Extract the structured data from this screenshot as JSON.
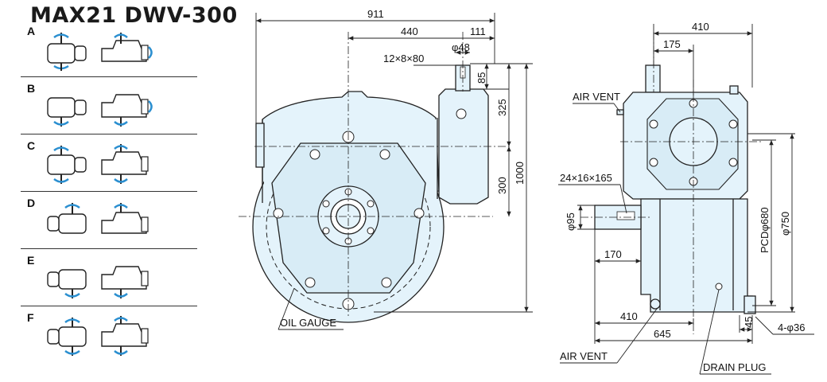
{
  "title": "MAX21 DWV-300",
  "mounting_rows": [
    {
      "letter": "A"
    },
    {
      "letter": "B"
    },
    {
      "letter": "C"
    },
    {
      "letter": "D"
    },
    {
      "letter": "E"
    },
    {
      "letter": "F"
    }
  ],
  "colors": {
    "body_fill": "#e4f3fb",
    "arrow_blue": "#2b8fd0",
    "line": "#222222"
  },
  "front_view": {
    "dim_overall_width": "911",
    "dim_440": "440",
    "dim_111": "111",
    "dim_shaft_dia": "φ48",
    "dim_key": "12×8×80",
    "dim_85": "85",
    "dim_325": "325",
    "dim_300": "300",
    "dim_1000": "1000",
    "label_oil_gauge": "OIL GAUGE"
  },
  "side_view": {
    "dim_410_top": "410",
    "dim_175": "175",
    "label_air_vent_top": "AIR VENT",
    "dim_key_out": "24×16×165",
    "dim_phi95": "φ95",
    "dim_170": "170",
    "dim_410_bottom": "410",
    "dim_645": "645",
    "dim_45": "45",
    "dim_holes": "4-φ36",
    "dim_pcd": "PCDφ680",
    "dim_phi750": "φ750",
    "label_air_vent_bottom": "AIR VENT",
    "label_drain_plug": "DRAIN PLUG"
  }
}
